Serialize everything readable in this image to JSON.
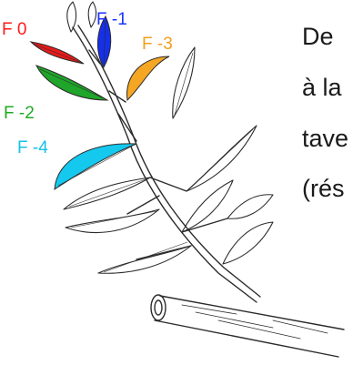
{
  "figure": {
    "labels": [
      {
        "id": "f0",
        "text": "F 0",
        "color": "#ff1a1a"
      },
      {
        "id": "f1",
        "text": "F -1",
        "color": "#1a33ff"
      },
      {
        "id": "f3",
        "text": "F -3",
        "color": "#f0a01e"
      },
      {
        "id": "f2",
        "text": "F -2",
        "color": "#1faa22"
      },
      {
        "id": "f4",
        "text": "F -4",
        "color": "#14c2e6"
      }
    ],
    "leaf_colors": {
      "f0": "#e81a1a",
      "f1": "#1530e8",
      "f3": "#f5a623",
      "f2": "#1fa52a",
      "f4": "#14c8ee"
    }
  },
  "caption": {
    "lines": [
      "De",
      "à la",
      "tave",
      "(rés"
    ]
  }
}
